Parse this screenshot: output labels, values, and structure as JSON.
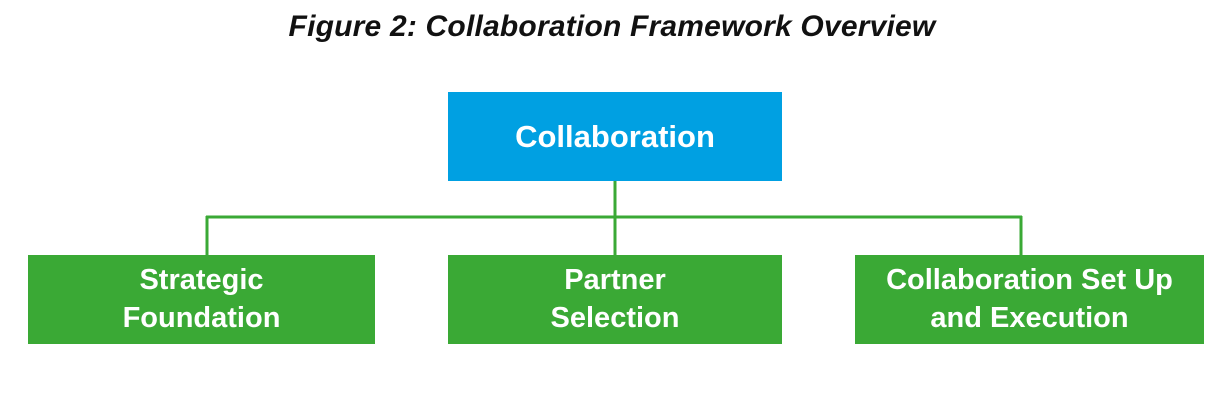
{
  "title": "Figure 2: Collaboration Framework Overview",
  "colors": {
    "root_fill": "#00a0e2",
    "child_fill": "#3aa935",
    "connector": "#3aa935",
    "text_light": "#ffffff"
  },
  "root": {
    "label": "Collaboration"
  },
  "children": [
    {
      "label": "Strategic\nFoundation"
    },
    {
      "label": "Partner\nSelection"
    },
    {
      "label": "Collaboration Set Up\nand Execution"
    }
  ]
}
